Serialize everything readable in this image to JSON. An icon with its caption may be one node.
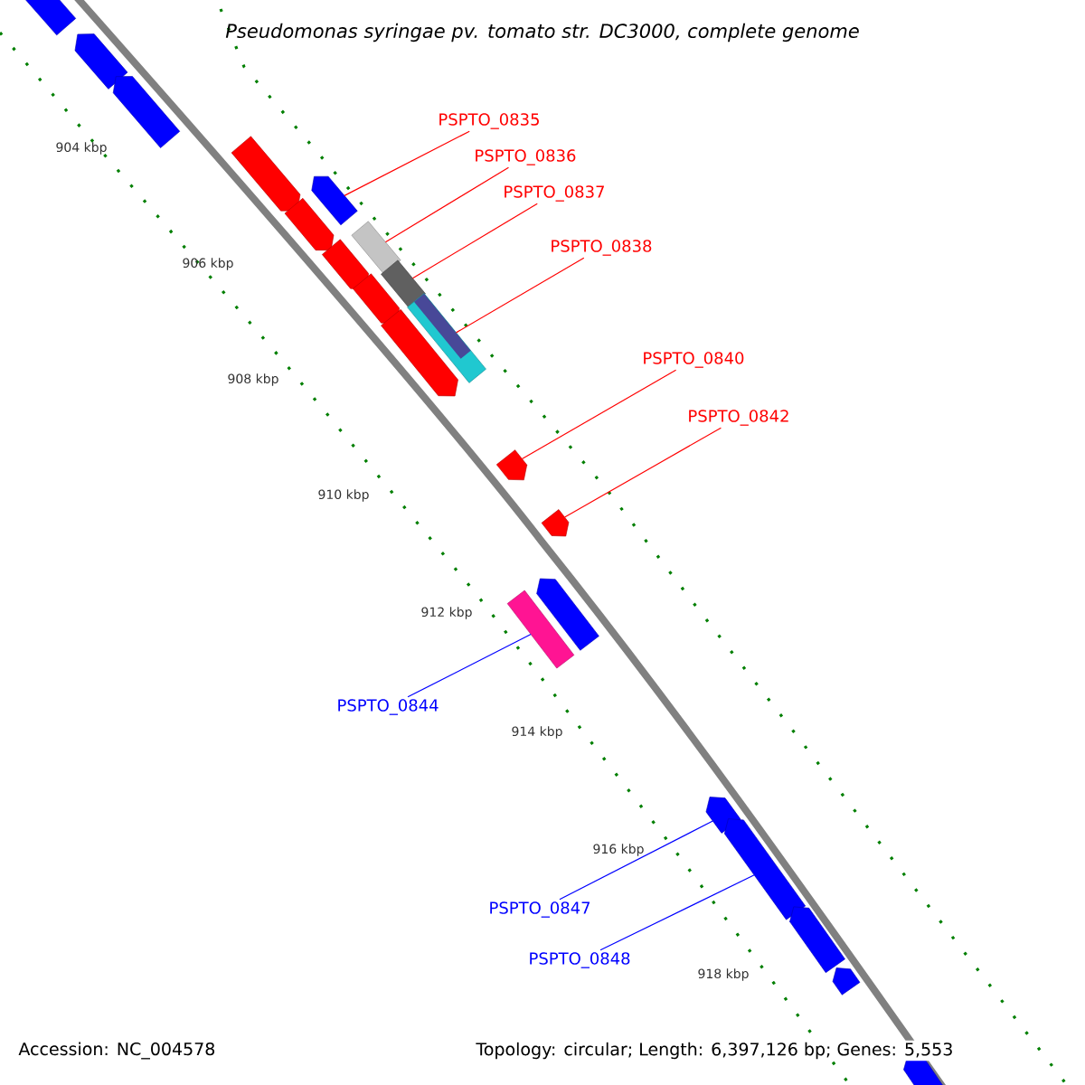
{
  "diagram": {
    "title": "Pseudomonas syringae pv. tomato str. DC3000, complete genome",
    "nodes": [
      {
        "text": [
          "PSPTO_0835"
        ]
      },
      {
        "text": [
          "PSPTO_0836"
        ]
      },
      {
        "text": [
          "PSPTO_0837"
        ]
      },
      {
        "text": [
          "PSPTO_0838"
        ]
      },
      {
        "text": [
          "PSPTO_0840"
        ]
      },
      {
        "text": [
          "PSPTO_0842"
        ]
      },
      {
        "text": [
          "PSPTO_0844"
        ]
      },
      {
        "text": [
          "PSPTO_0847"
        ]
      },
      {
        "text": [
          "PSPTO_0848"
        ]
      },
      {
        "text": [],
        "shape": "arrow"
      },
      {
        "text": [],
        "shape": "arrow"
      },
      {
        "text": [],
        "shape": "arrow"
      },
      {
        "text": [],
        "shape": "arrow"
      },
      {
        "text": [],
        "shape": "arrow"
      },
      {
        "text": [],
        "shape": "arrow"
      },
      {
        "text": [],
        "shape": "box"
      },
      {
        "text": [],
        "shape": "arrow"
      },
      {
        "text": [],
        "shape": "box"
      },
      {
        "text": [],
        "shape": "arrow"
      },
      {
        "text": [],
        "shape": "box"
      },
      {
        "text": [],
        "shape": "arrow"
      },
      {
        "text": [],
        "shape": "arrow"
      },
      {
        "text": [],
        "shape": "arrow"
      },
      {
        "text": [],
        "shape": "arrow"
      },
      {
        "text": [],
        "shape": "box"
      },
      {
        "text": [],
        "shape": "arrow"
      },
      {
        "text": [],
        "shape": "arrow"
      },
      {
        "text": [],
        "shape": "arrow"
      },
      {
        "text": [],
        "shape": "arrow"
      },
      {
        "text": [],
        "shape": "arrow"
      }
    ],
    "edges": [
      {
        "from": 0,
        "to": 13,
        "arrow": "none"
      },
      {
        "from": 1,
        "to": 15,
        "arrow": "none"
      },
      {
        "from": 2,
        "to": 17,
        "arrow": "none"
      },
      {
        "from": 3,
        "to": 19,
        "arrow": "none"
      },
      {
        "from": 4,
        "to": 21,
        "arrow": "none"
      },
      {
        "from": 5,
        "to": 22,
        "arrow": "none"
      },
      {
        "from": 6,
        "to": 24,
        "arrow": "none",
        "color": "#0000ff"
      },
      {
        "from": 7,
        "to": 25,
        "arrow": "none",
        "color": "#0000ff"
      },
      {
        "from": 8,
        "to": 26,
        "arrow": "none",
        "color": "#0000ff"
      }
    ],
    "labels": [
      "904 kbp",
      "906 kbp",
      "908 kbp",
      "910 kbp",
      "912 kbp",
      "914 kbp",
      "916 kbp",
      "918 kbp",
      "Accession: NC_004578",
      "Topology: circular; Length: 6,397,126 bp; Genes: 5,553"
    ]
  }
}
